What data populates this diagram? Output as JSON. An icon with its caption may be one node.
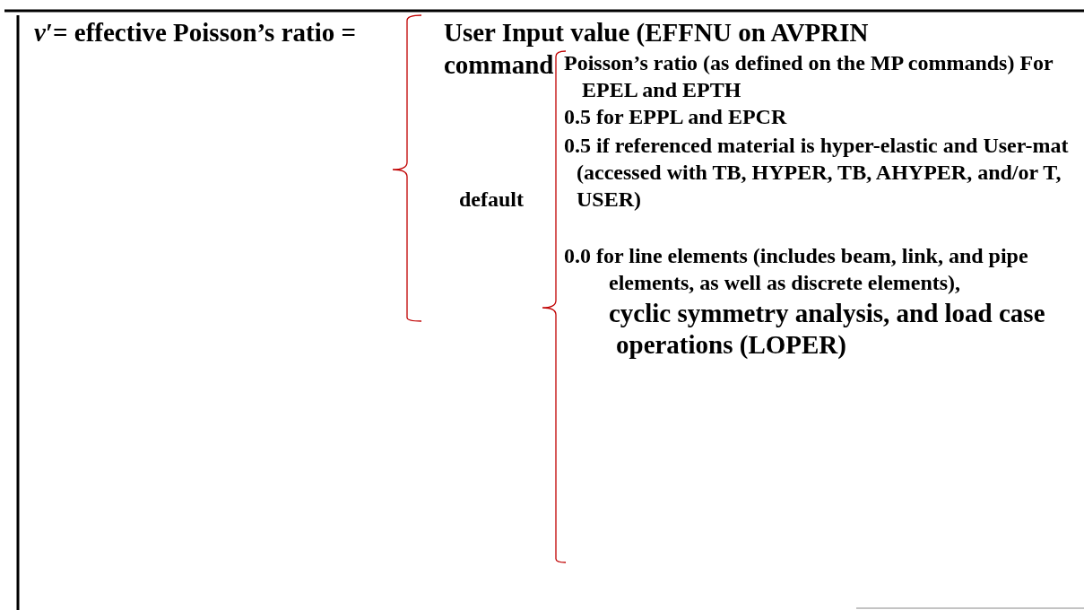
{
  "diagram": {
    "labels": [
      "*v*′= effective Poisson’s ratio =",
      "User Input value (EFFNU on AVPRIN command",
      "Poisson’s ratio (as defined on the MP commands) For EPEL and EPTH",
      "0.5 for EPPL and EPCR",
      "0.5 if referenced material is hyper-elastic and User-mat (accessed with TB, HYPER, TB, AHYPER, and/or T, USER)",
      "default",
      "0.0 for line elements (includes beam, link, and pipe elements, as well as discrete elements),",
      "cyclic symmetry analysis, and load case operations (LOPER)"
    ]
  }
}
